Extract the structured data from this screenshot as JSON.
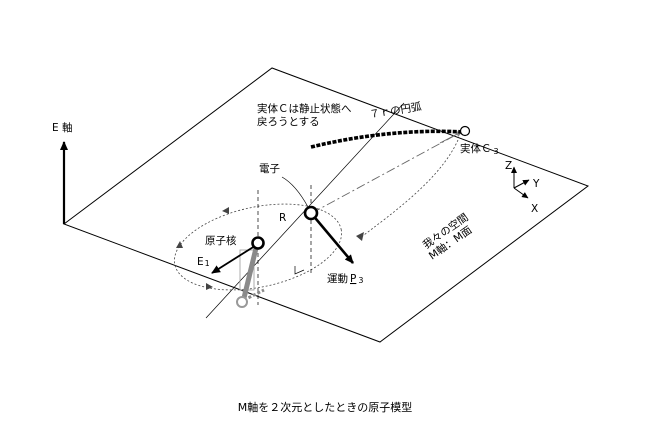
{
  "diagram": {
    "caption": "M軸を２次元としたときの原子模型",
    "axis_e_label": "E 軸",
    "note_line1": "実体Ｃは静止状態へ",
    "note_line2": "戻ろうとする",
    "arc_label": "７ｒの円弧",
    "entity_label": "実体Ｃ",
    "entity_sub": "3",
    "electron_label": "電子",
    "r_label": "R",
    "nucleus_label": "原子核",
    "e1_label": "E",
    "e1_sub": "1",
    "motion_label": "運動",
    "motion_p": "P",
    "motion_sub": "3",
    "space_line1": "我々の空間",
    "space_line2": "M軸：M面",
    "axis_z": "Z",
    "axis_y": "Y",
    "axis_x": "X"
  }
}
